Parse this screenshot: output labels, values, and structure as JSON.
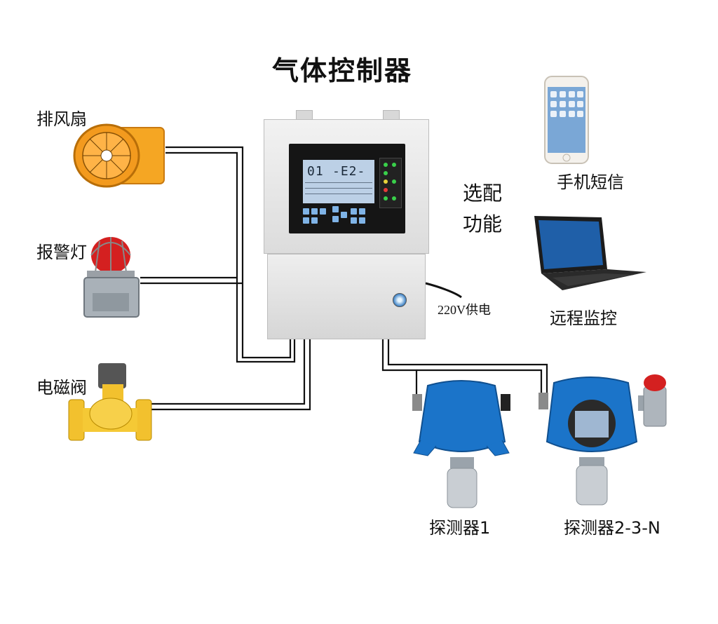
{
  "title": "气体控制器",
  "devices": {
    "fan": "排风扇",
    "alarm_light": "报警灯",
    "solenoid_valve": "电磁阀",
    "power": "220V供电",
    "detector1": "探测器1",
    "detector2": "探测器2-3-N"
  },
  "optional": {
    "line1": "选配",
    "line2": "功能",
    "phone": "手机短信",
    "remote": "远程监控"
  },
  "lcd": {
    "channel": "01",
    "code": "-E2-"
  },
  "colors": {
    "fan": "#f39a1e",
    "detector": "#1b74c9",
    "cabinet": "#e4e4e4",
    "wire": "#111111"
  }
}
